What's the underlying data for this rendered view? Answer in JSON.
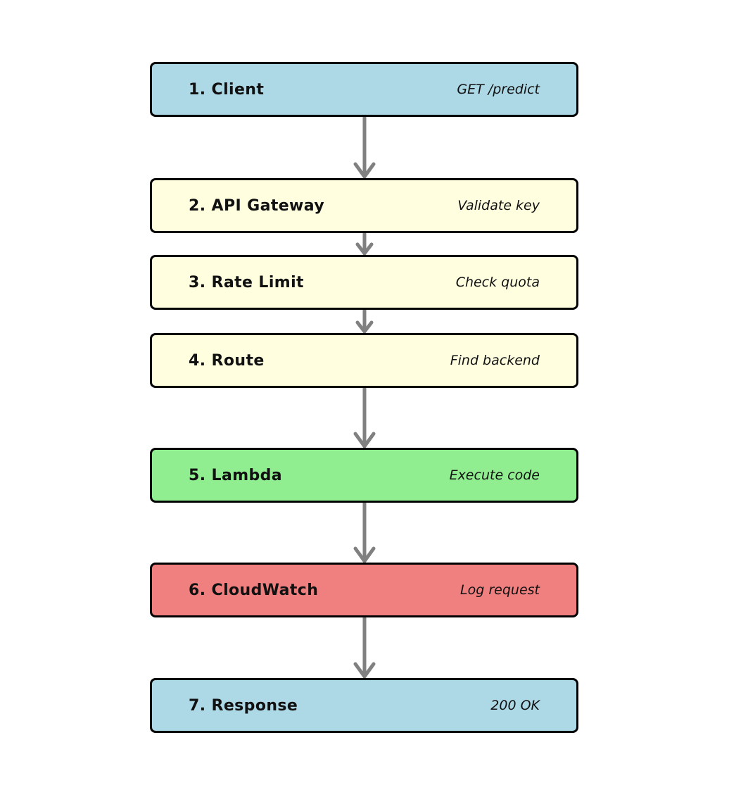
{
  "diagram": {
    "background": "#ffffff",
    "border_color": "#000000",
    "arrow_color": "#808080",
    "steps": [
      {
        "label": "1. Client",
        "detail": "GET /predict",
        "fill": "#add8e6"
      },
      {
        "label": "2. API Gateway",
        "detail": "Validate key",
        "fill": "#ffffe0"
      },
      {
        "label": "3. Rate Limit",
        "detail": "Check quota",
        "fill": "#ffffe0"
      },
      {
        "label": "4. Route",
        "detail": "Find backend",
        "fill": "#ffffe0"
      },
      {
        "label": "5. Lambda",
        "detail": "Execute code",
        "fill": "#90ee90"
      },
      {
        "label": "6. CloudWatch",
        "detail": "Log request",
        "fill": "#f08080"
      },
      {
        "label": "7. Response",
        "detail": "200 OK",
        "fill": "#add8e6"
      }
    ]
  }
}
